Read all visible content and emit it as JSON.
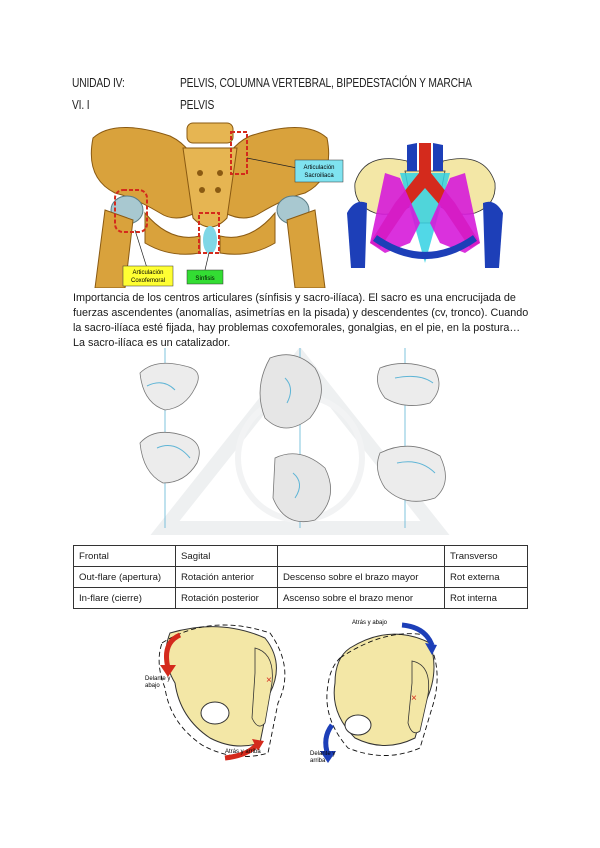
{
  "header": {
    "unit_label": "UNIDAD IV:",
    "unit_title": "PELVIS, COLUMNA VERTEBRAL, BIPEDESTACIÓN Y MARCHA",
    "section_label": "VI. I",
    "section_title": "PELVIS"
  },
  "figure1": {
    "label_sacroiliac": [
      "Articulación",
      "Sacroiliaca"
    ],
    "label_coxofemoral": [
      "Articulación",
      "Coxofemoral"
    ],
    "label_symphysis": "Sínfisis"
  },
  "paragraph": "Importancia de los centros articulares (sínfisis y sacro-ilíaca). El sacro es una encrucijada de fuerzas ascendentes (anomalías, asimetrías en la pisada) y descendentes (cv, tronco). Cuando la sacro-ilíaca esté fijada, hay problemas coxofemorales, gonalgias, en el pie, en la postura… La sacro-ilíaca es un catalizador.",
  "table": {
    "headers": [
      "Frontal",
      "Sagital",
      "",
      "Transverso"
    ],
    "rows": [
      [
        "Out-flare (apertura)",
        "Rotación anterior",
        "Descenso sobre el brazo mayor",
        "Rot externa"
      ],
      [
        "In-flare (cierre)",
        "Rotación posterior",
        "Ascenso sobre el brazo menor",
        "Rot interna"
      ]
    ]
  },
  "figure3": {
    "left_top_label": [
      "Delante y",
      "abajo"
    ],
    "left_bottom_label": "Atrás y arriba",
    "right_top_label": "Atrás y abajo",
    "right_bottom_label": [
      "Delante y",
      "arriba"
    ]
  },
  "colors": {
    "bone": "#d9a23c",
    "bone_light": "#f3e7a6",
    "red_arrow": "#d42a1c",
    "blue_arrow": "#1d3fb8",
    "label_yellow": "#ffff33",
    "label_green": "#33dd33",
    "label_cyan": "#7fe3f0",
    "magenta": "#d61bd9"
  }
}
